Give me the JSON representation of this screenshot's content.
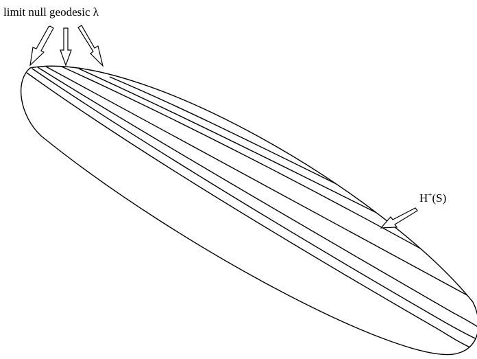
{
  "labels": {
    "geodesic": "limit null geodesic λ",
    "horizon_base": "H",
    "horizon_sup": "+",
    "horizon_arg": "(S)"
  },
  "colors": {
    "stroke": "#000000",
    "background": "#ffffff"
  }
}
